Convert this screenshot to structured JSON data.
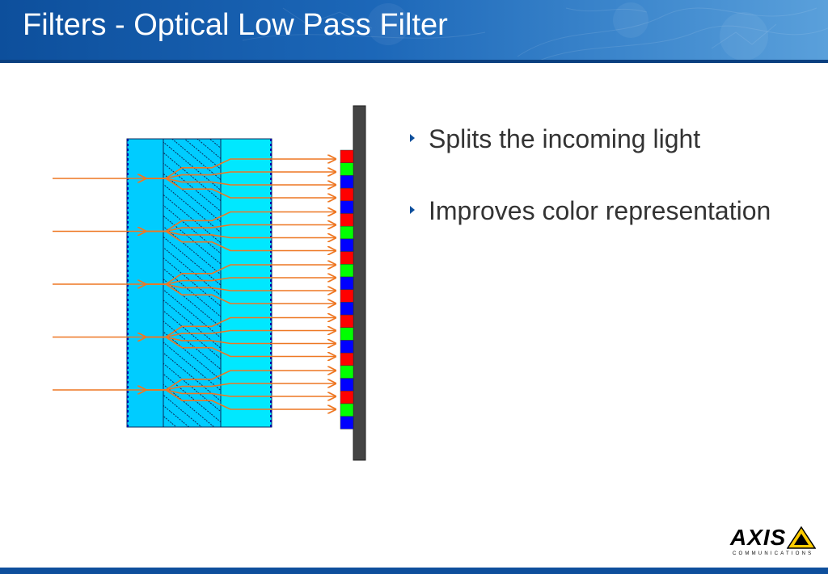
{
  "slide": {
    "title": "Filters - Optical Low Pass Filter"
  },
  "bullets": [
    {
      "text": "Splits the incoming light"
    },
    {
      "text": "Improves color representation"
    }
  ],
  "logo": {
    "name": "AXIS",
    "tagline": "COMMUNICATIONS",
    "mark": "axis-triangle-logo-icon"
  },
  "colors": {
    "title_bar": "#1c67b8",
    "footer_bar": "#0e4f9c",
    "filter_plate": "#00ccff",
    "filter_plate_light": "#00e8ff",
    "light_rays": "#ee7722",
    "sensor_red": "#ff0000",
    "sensor_green": "#00ff00",
    "sensor_blue": "#0000ff",
    "sensor_board": "#444444"
  },
  "diagram": {
    "sensor_pixel_pattern": [
      "red",
      "green",
      "blue",
      "red",
      "blue",
      "red",
      "green",
      "blue",
      "red",
      "green",
      "blue",
      "red",
      "blue",
      "red",
      "green",
      "blue",
      "red",
      "green",
      "blue",
      "red",
      "green",
      "blue"
    ],
    "incoming_rays": 5,
    "split_rays": 20
  }
}
